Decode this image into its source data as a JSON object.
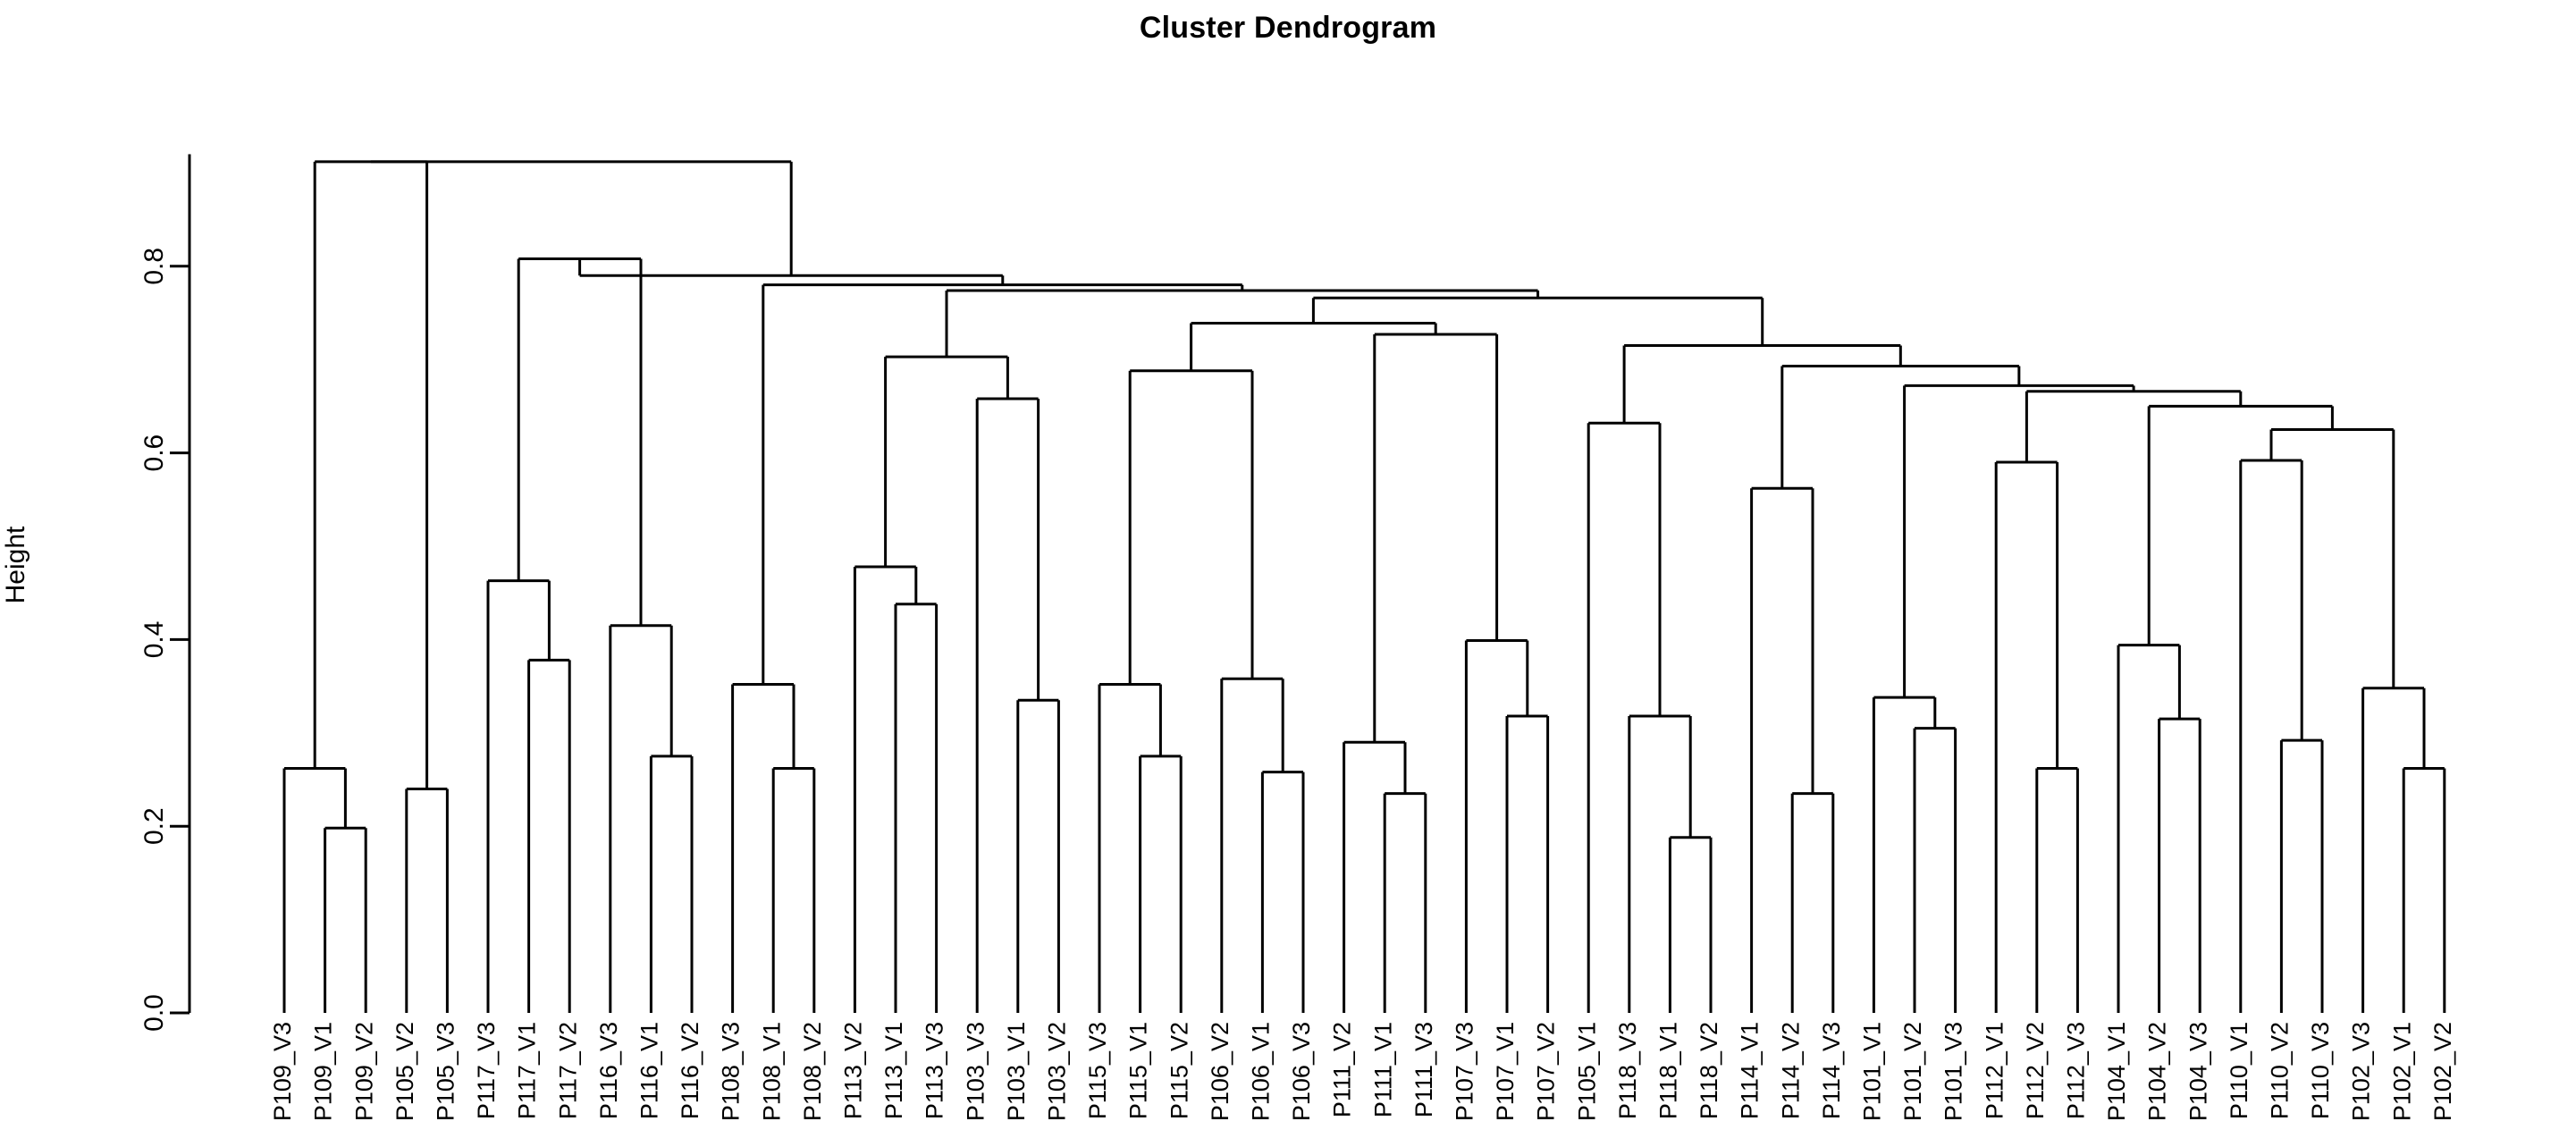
{
  "title": "Cluster Dendrogram",
  "ylabel": "Height",
  "chart_data": {
    "type": "dendrogram",
    "title": "Cluster Dendrogram",
    "xlabel": "",
    "ylabel": "Height",
    "ylim": [
      0,
      0.92
    ],
    "yticks": [
      0.0,
      0.2,
      0.4,
      0.6,
      0.8
    ],
    "ytick_labels": [
      "0.0",
      "0.2",
      "0.4",
      "0.6",
      "0.8"
    ],
    "grid": false,
    "legend": null,
    "orientation": "vertical",
    "n_leaves": 54,
    "leaf_labels": [
      "P109_V3",
      "P109_V1",
      "P109_V2",
      "P105_V2",
      "P105_V3",
      "P117_V3",
      "P117_V1",
      "P117_V2",
      "P116_V3",
      "P116_V1",
      "P116_V2",
      "P108_V3",
      "P108_V1",
      "P108_V2",
      "P113_V2",
      "P113_V1",
      "P113_V3",
      "P103_V3",
      "P103_V1",
      "P103_V2",
      "P115_V3",
      "P115_V1",
      "P115_V2",
      "P106_V2",
      "P106_V1",
      "P106_V3",
      "P111_V2",
      "P111_V1",
      "P111_V3",
      "P107_V3",
      "P107_V1",
      "P107_V2",
      "P105_V1",
      "P118_V3",
      "P118_V1",
      "P118_V2",
      "P114_V1",
      "P114_V2",
      "P114_V3",
      "P101_V1",
      "P101_V2",
      "P101_V3",
      "P112_V1",
      "P112_V2",
      "P112_V3",
      "P104_V1",
      "P104_V2",
      "P104_V3",
      "P110_V1",
      "P110_V2",
      "P110_V3",
      "P102_V3",
      "P102_V1",
      "P102_V2"
    ],
    "merges": [
      {
        "id": "m1",
        "left": {
          "leaf": 0
        },
        "right": {
          "node": "m2"
        },
        "height": 0.262
      },
      {
        "id": "m2",
        "left": {
          "leaf": 1
        },
        "right": {
          "leaf": 2
        },
        "height": 0.198
      },
      {
        "id": "m3",
        "left": {
          "leaf": 3
        },
        "right": {
          "leaf": 4
        },
        "height": 0.24
      },
      {
        "id": "m4",
        "left": {
          "node": "m1"
        },
        "right": {
          "node": "m3"
        },
        "height": 0.912
      },
      {
        "id": "m5",
        "left": {
          "leaf": 5
        },
        "right": {
          "node": "m6"
        },
        "height": 0.463
      },
      {
        "id": "m6",
        "left": {
          "leaf": 6
        },
        "right": {
          "leaf": 7
        },
        "height": 0.378
      },
      {
        "id": "m7",
        "left": {
          "leaf": 8
        },
        "right": {
          "node": "m8"
        },
        "height": 0.415
      },
      {
        "id": "m8",
        "left": {
          "leaf": 9
        },
        "right": {
          "leaf": 10
        },
        "height": 0.275
      },
      {
        "id": "m9",
        "left": {
          "node": "m5"
        },
        "right": {
          "node": "m7"
        },
        "height": 0.808
      },
      {
        "id": "m10",
        "left": {
          "leaf": 11
        },
        "right": {
          "node": "m11"
        },
        "height": 0.352
      },
      {
        "id": "m11",
        "left": {
          "leaf": 12
        },
        "right": {
          "leaf": 13
        },
        "height": 0.262
      },
      {
        "id": "m12",
        "left": {
          "leaf": 14
        },
        "right": {
          "node": "m13"
        },
        "height": 0.478
      },
      {
        "id": "m13",
        "left": {
          "leaf": 15
        },
        "right": {
          "leaf": 16
        },
        "height": 0.438
      },
      {
        "id": "m14",
        "left": {
          "leaf": 17
        },
        "right": {
          "node": "m15"
        },
        "height": 0.658
      },
      {
        "id": "m15",
        "left": {
          "leaf": 18
        },
        "right": {
          "leaf": 19
        },
        "height": 0.335
      },
      {
        "id": "m16",
        "left": {
          "node": "m12"
        },
        "right": {
          "node": "m14"
        },
        "height": 0.703
      },
      {
        "id": "m17",
        "left": {
          "leaf": 20
        },
        "right": {
          "node": "m18"
        },
        "height": 0.352
      },
      {
        "id": "m18",
        "left": {
          "leaf": 21
        },
        "right": {
          "leaf": 22
        },
        "height": 0.275
      },
      {
        "id": "m19",
        "left": {
          "leaf": 23
        },
        "right": {
          "node": "m20"
        },
        "height": 0.358
      },
      {
        "id": "m20",
        "left": {
          "leaf": 24
        },
        "right": {
          "leaf": 25
        },
        "height": 0.258
      },
      {
        "id": "m21",
        "left": {
          "node": "m17"
        },
        "right": {
          "node": "m19"
        },
        "height": 0.688
      },
      {
        "id": "m22",
        "left": {
          "leaf": 26
        },
        "right": {
          "node": "m23"
        },
        "height": 0.29
      },
      {
        "id": "m23",
        "left": {
          "leaf": 27
        },
        "right": {
          "leaf": 28
        },
        "height": 0.235
      },
      {
        "id": "m24",
        "left": {
          "leaf": 29
        },
        "right": {
          "node": "m25"
        },
        "height": 0.399
      },
      {
        "id": "m25",
        "left": {
          "leaf": 30
        },
        "right": {
          "leaf": 31
        },
        "height": 0.318
      },
      {
        "id": "m26",
        "left": {
          "node": "m22"
        },
        "right": {
          "node": "m24"
        },
        "height": 0.727
      },
      {
        "id": "m27",
        "left": {
          "node": "m21"
        },
        "right": {
          "node": "m26"
        },
        "height": 0.739
      },
      {
        "id": "m28",
        "left": {
          "leaf": 32
        },
        "right": {
          "node": "m29"
        },
        "height": 0.632
      },
      {
        "id": "m29",
        "left": {
          "leaf": 33
        },
        "right": {
          "node": "m30"
        },
        "height": 0.318
      },
      {
        "id": "m30",
        "left": {
          "leaf": 34
        },
        "right": {
          "leaf": 35
        },
        "height": 0.188
      },
      {
        "id": "m31",
        "left": {
          "leaf": 36
        },
        "right": {
          "node": "m32"
        },
        "height": 0.562
      },
      {
        "id": "m32",
        "left": {
          "leaf": 37
        },
        "right": {
          "leaf": 38
        },
        "height": 0.235
      },
      {
        "id": "m33",
        "left": {
          "leaf": 39
        },
        "right": {
          "node": "m34"
        },
        "height": 0.338
      },
      {
        "id": "m34",
        "left": {
          "leaf": 40
        },
        "right": {
          "leaf": 41
        },
        "height": 0.305
      },
      {
        "id": "m35",
        "left": {
          "leaf": 42
        },
        "right": {
          "node": "m36"
        },
        "height": 0.59
      },
      {
        "id": "m36",
        "left": {
          "leaf": 43
        },
        "right": {
          "leaf": 44
        },
        "height": 0.262
      },
      {
        "id": "m37",
        "left": {
          "leaf": 45
        },
        "right": {
          "node": "m38"
        },
        "height": 0.394
      },
      {
        "id": "m38",
        "left": {
          "leaf": 46
        },
        "right": {
          "leaf": 47
        },
        "height": 0.315
      },
      {
        "id": "m39",
        "left": {
          "leaf": 48
        },
        "right": {
          "node": "m40"
        },
        "height": 0.592
      },
      {
        "id": "m40",
        "left": {
          "leaf": 49
        },
        "right": {
          "leaf": 50
        },
        "height": 0.292
      },
      {
        "id": "m41",
        "left": {
          "leaf": 51
        },
        "right": {
          "node": "m42"
        },
        "height": 0.348
      },
      {
        "id": "m42",
        "left": {
          "leaf": 52
        },
        "right": {
          "leaf": 53
        },
        "height": 0.262
      },
      {
        "id": "m43",
        "left": {
          "node": "m39"
        },
        "right": {
          "node": "m41"
        },
        "height": 0.625
      },
      {
        "id": "m44",
        "left": {
          "node": "m37"
        },
        "right": {
          "node": "m43"
        },
        "height": 0.65
      },
      {
        "id": "m45",
        "left": {
          "node": "m35"
        },
        "right": {
          "node": "m44"
        },
        "height": 0.666
      },
      {
        "id": "m46",
        "left": {
          "node": "m33"
        },
        "right": {
          "node": "m45"
        },
        "height": 0.672
      },
      {
        "id": "m47",
        "left": {
          "node": "m31"
        },
        "right": {
          "node": "m46"
        },
        "height": 0.693
      },
      {
        "id": "m48",
        "left": {
          "node": "m28"
        },
        "right": {
          "node": "m47"
        },
        "height": 0.715
      },
      {
        "id": "m49",
        "left": {
          "node": "m27"
        },
        "right": {
          "node": "m48"
        },
        "height": 0.766
      },
      {
        "id": "m50",
        "left": {
          "node": "m16"
        },
        "right": {
          "node": "m49"
        },
        "height": 0.774
      },
      {
        "id": "m51",
        "left": {
          "node": "m10"
        },
        "right": {
          "node": "m50"
        },
        "height": 0.78
      },
      {
        "id": "m52",
        "left": {
          "node": "m9"
        },
        "right": {
          "node": "m51"
        },
        "height": 0.79
      },
      {
        "id": "m53",
        "left": {
          "node": "m4"
        },
        "right": {
          "node": "m52"
        },
        "height": 0.912
      }
    ]
  },
  "colors": {
    "line": "#000000",
    "text": "#000000",
    "background": "#ffffff"
  }
}
